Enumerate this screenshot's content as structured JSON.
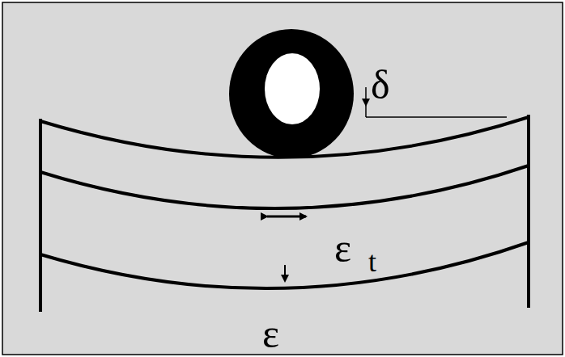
{
  "diagram": {
    "labels": [
      "δ",
      "ε",
      "t",
      "ε"
    ]
  }
}
